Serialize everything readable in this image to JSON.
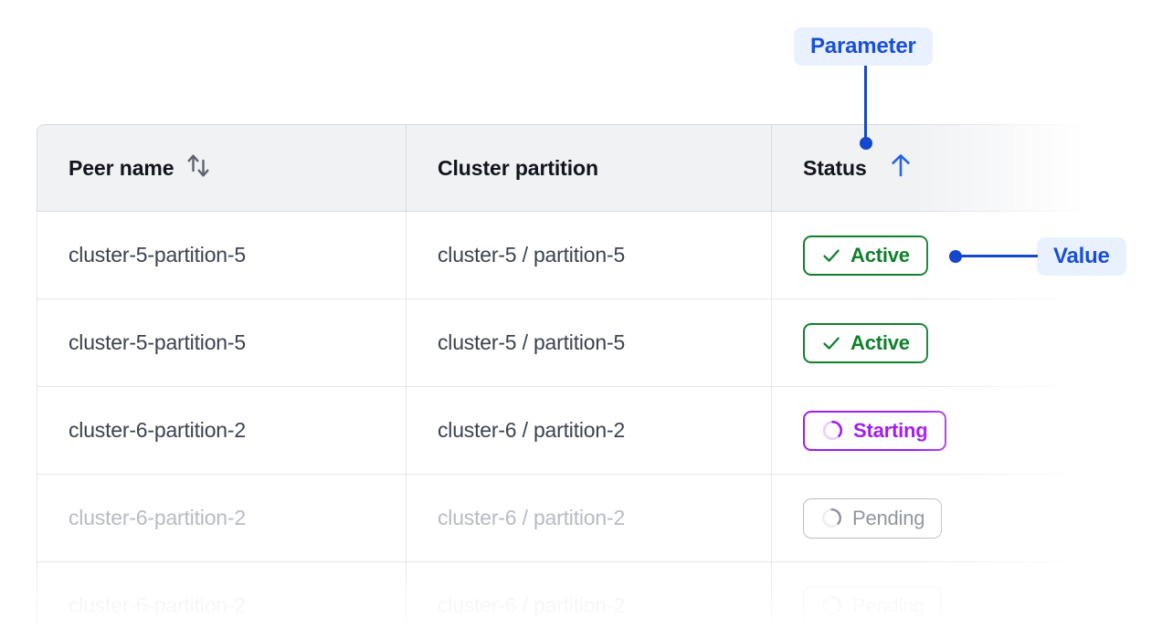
{
  "table": {
    "columns": [
      {
        "label": "Peer name",
        "sort_icon": "sort-updown-icon",
        "sort_state": "none"
      },
      {
        "label": "Cluster partition",
        "sort_icon": null,
        "sort_state": "none"
      },
      {
        "label": "Status",
        "sort_icon": "arrow-up-icon",
        "sort_state": "ascending"
      }
    ],
    "rows": [
      {
        "peer_name": "cluster-5-partition-5",
        "cluster_partition": "cluster-5 / partition-5",
        "status": {
          "label": "Active",
          "icon": "check-icon",
          "variant": "active"
        }
      },
      {
        "peer_name": "cluster-5-partition-5",
        "cluster_partition": "cluster-5 / partition-5",
        "status": {
          "label": "Active",
          "icon": "check-icon",
          "variant": "active"
        }
      },
      {
        "peer_name": "cluster-6-partition-2",
        "cluster_partition": "cluster-6 / partition-2",
        "status": {
          "label": "Starting",
          "icon": "spinner-icon",
          "variant": "starting"
        }
      },
      {
        "peer_name": "cluster-6-partition-2",
        "cluster_partition": "cluster-6 / partition-2",
        "status": {
          "label": "Pending",
          "icon": "spinner-icon",
          "variant": "pending"
        }
      },
      {
        "peer_name": "cluster-6-partition-2",
        "cluster_partition": "cluster-6 / partition-2",
        "status": {
          "label": "Pending",
          "icon": "spinner-icon",
          "variant": "ghost"
        }
      }
    ]
  },
  "annotations": {
    "parameter": {
      "label": "Parameter",
      "target": "Status column header"
    },
    "value": {
      "label": "Value",
      "target": "Active status chip"
    }
  },
  "colors": {
    "annotation_blue": "#1447cf",
    "annotation_badge_bg": "#e9f1fe",
    "annotation_badge_text": "#1a4fd6",
    "status_active": "#10802c",
    "status_starting": "#a21cf0",
    "status_pending": "#9096a0",
    "header_bg": "#f1f2f4",
    "header_text": "#11151c",
    "cell_text": "#3c4250",
    "cell_text_dim": "#b7bbc3",
    "border": "#e5e7ea",
    "sort_icon_gray": "#5f636e",
    "sort_icon_active": "#2563eb"
  }
}
